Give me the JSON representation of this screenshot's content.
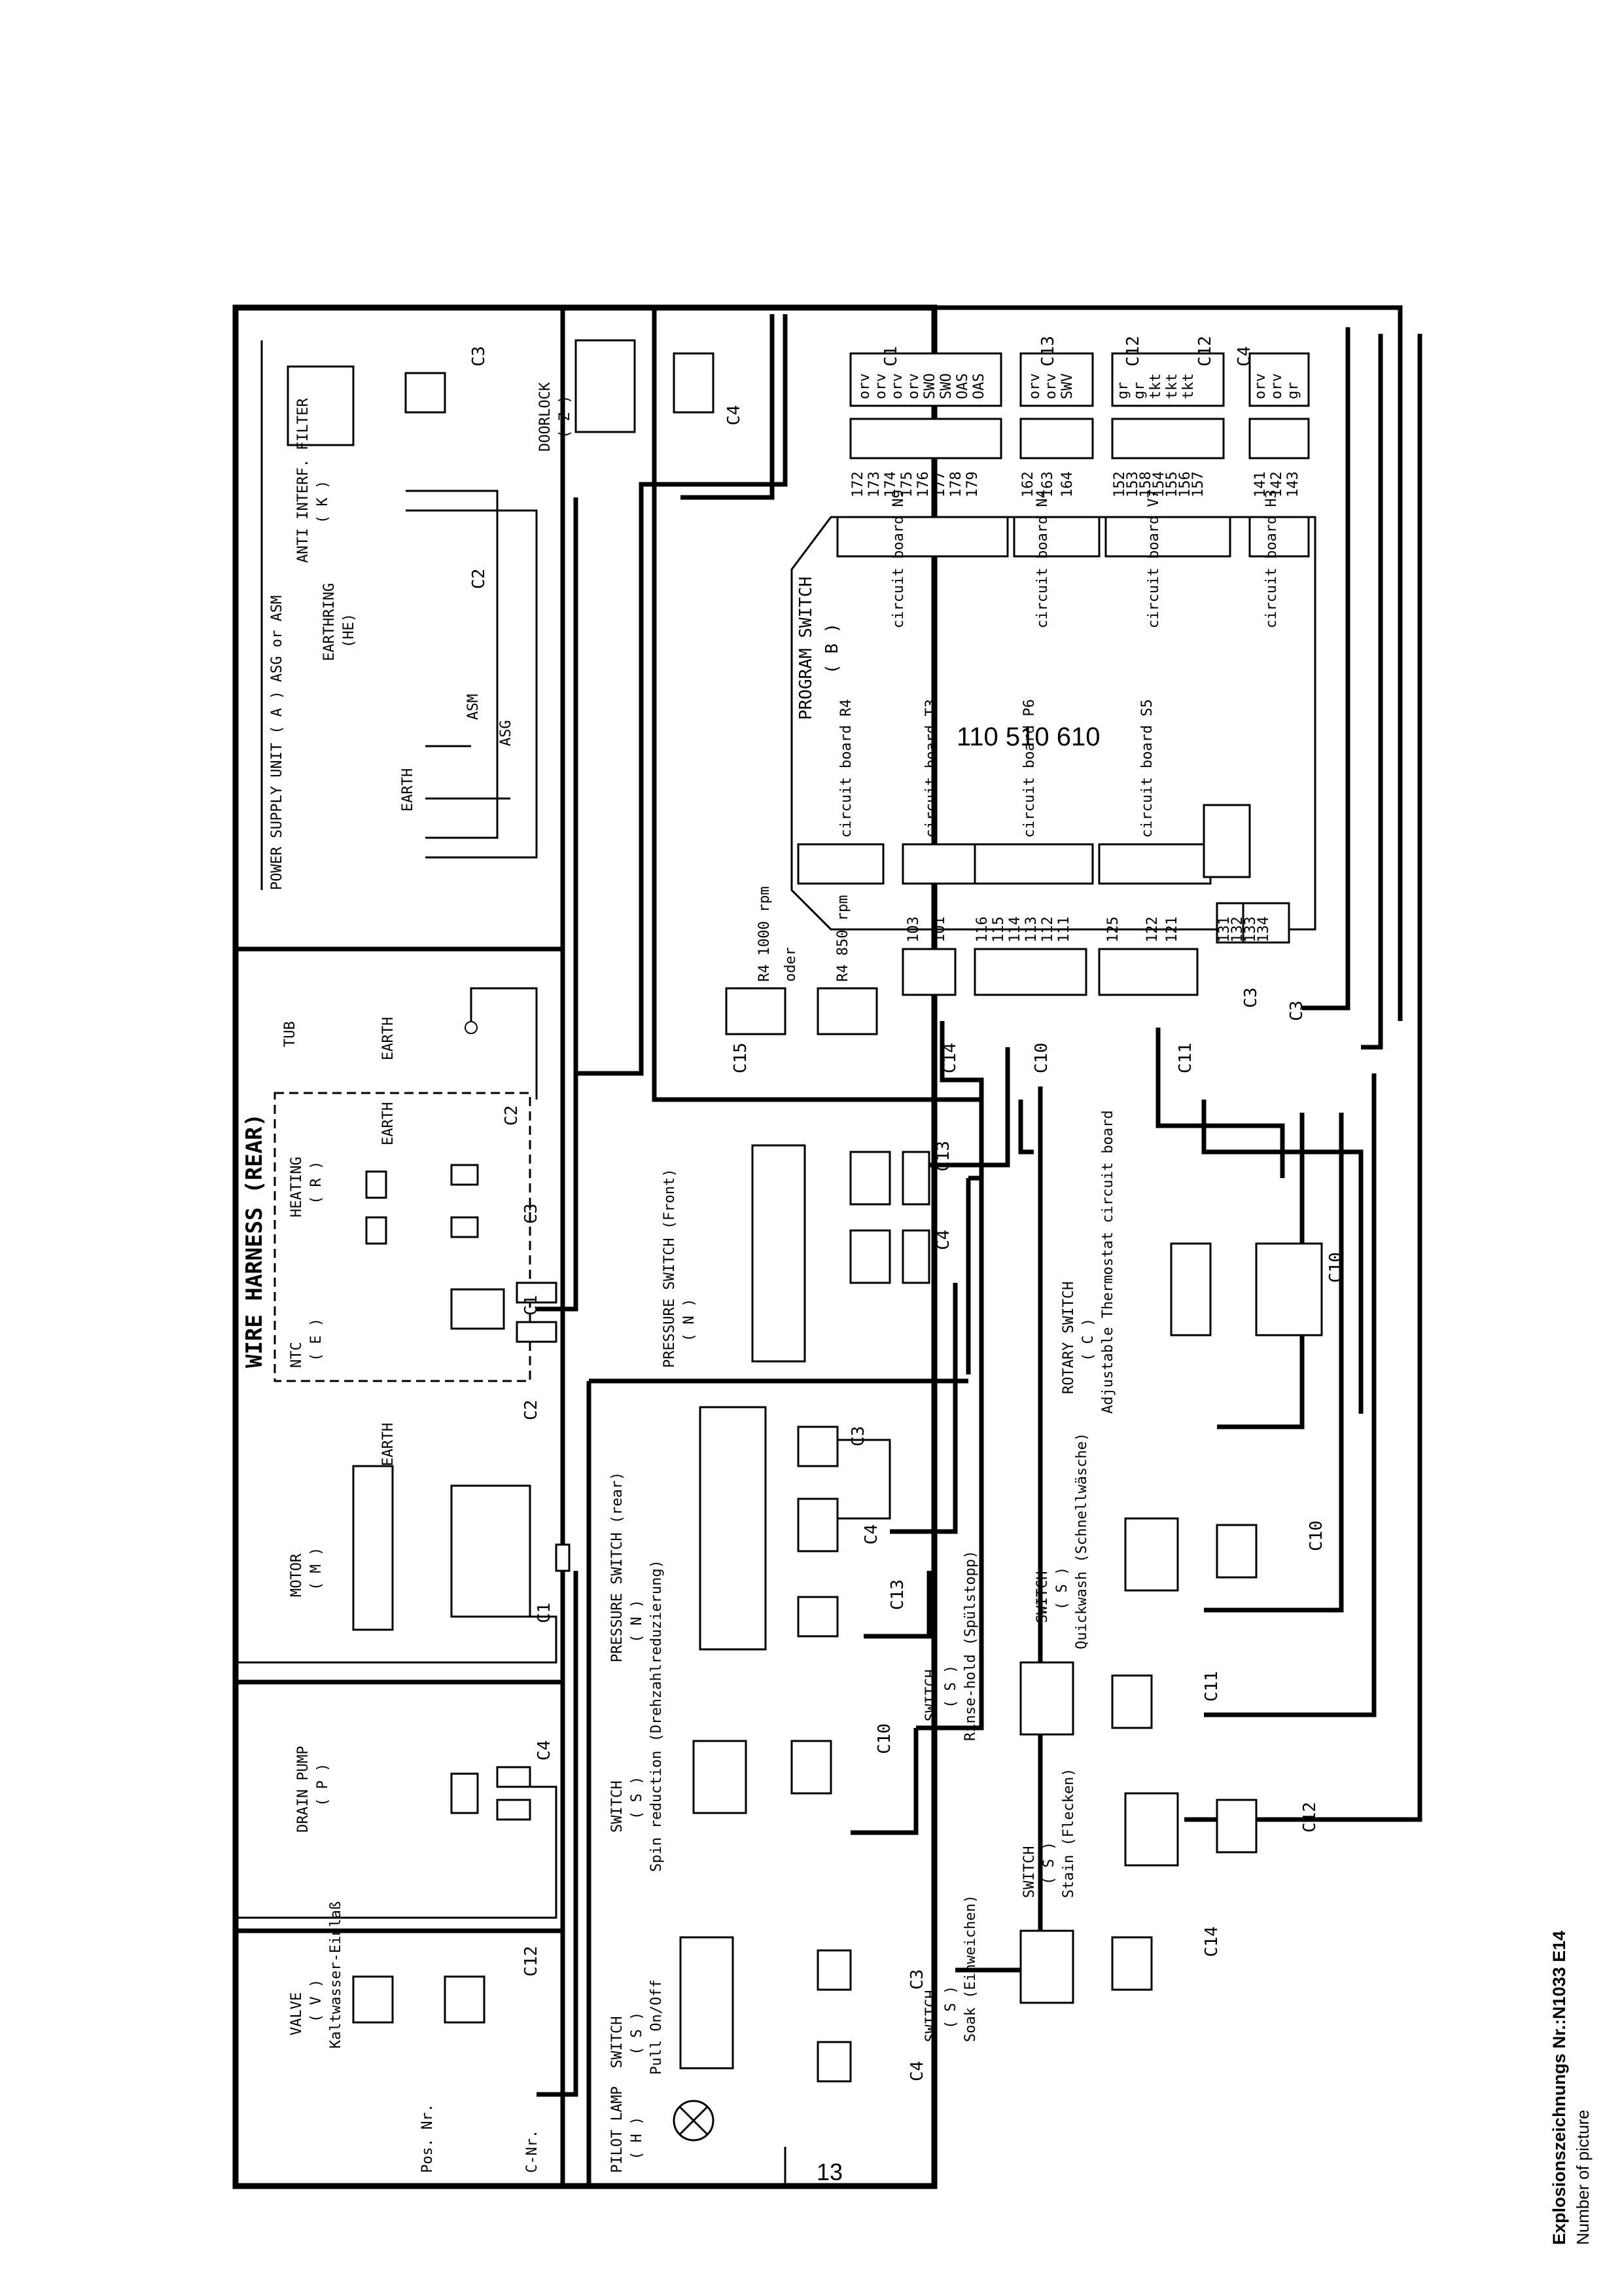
{
  "document": {
    "title": "WIRE HARNESS (REAR)",
    "model_number": "110 510 610",
    "page_number": "13",
    "footer_title": "Explosionszeichnungs Nr.:N1033 E14",
    "footer_subtitle": "Number of picture"
  },
  "left_labels": {
    "pos_nr": "Pos. Nr.",
    "c_nr": "C-Nr."
  },
  "components": {
    "anti_interf_filter": {
      "name": "ANTI INTERF. FILTER",
      "code": "( K )"
    },
    "earthring": {
      "name": "EARTHRING",
      "code": "(HE)"
    },
    "power_supply": {
      "name": "POWER SUPPLY UNIT ( A ) ASG or ASM",
      "asm": "ASM",
      "asg": "ASG"
    },
    "doorlock": {
      "name": "DOORLOCK",
      "code": "( Z )"
    },
    "program_switch": {
      "name": "PROGRAM SWITCH",
      "code": "( B )"
    },
    "tub": {
      "name": "TUB"
    },
    "heating": {
      "name": "HEATING",
      "code": "( R )"
    },
    "ntc": {
      "name": "NTC",
      "code": "( E )"
    },
    "motor": {
      "name": "MOTOR",
      "code": "( M )"
    },
    "drain_pump": {
      "name": "DRAIN PUMP",
      "code": "( P )"
    },
    "valve": {
      "name": "VALVE",
      "code": "( V )",
      "note": "Kaltwasser-Einlaß"
    },
    "pilot_lamp": {
      "name": "PILOT LAMP",
      "code": "( H )"
    },
    "switch_pull": {
      "name": "SWITCH",
      "code": "( S )",
      "note": "Pull On/Off"
    },
    "switch_spin": {
      "name": "SWITCH",
      "code": "( S )",
      "note": "Spin reduction (Drehzahlreduzierung)"
    },
    "pressure_switch_rear": {
      "name": "PRESSURE SWITCH (rear)",
      "code": "( N )"
    },
    "pressure_switch_front": {
      "name": "PRESSURE SWITCH (Front)",
      "code": "( N )"
    },
    "rotary_switch": {
      "name": "ROTARY SWITCH",
      "code": "( C )",
      "note": "Adjustable Thermostat circuit board"
    },
    "switch_quickwash": {
      "name": "SWITCH",
      "code": "( S )",
      "note": "Quickwash (Schnellwäsche)"
    },
    "switch_rinse_hold": {
      "name": "SWITCH",
      "code": "( S )",
      "note": "Rinse-hold (Spülstopp)"
    },
    "switch_stain": {
      "name": "SWITCH",
      "code": "( S )",
      "note": "Stain (Flecken)"
    },
    "switch_soak": {
      "name": "SWITCH",
      "code": "( S )",
      "note": "Soak (Einweichen)"
    }
  },
  "circuit_boards": [
    {
      "label": "circuit board N9"
    },
    {
      "label": "circuit board N4"
    },
    {
      "label": "circuit board V7"
    },
    {
      "label": "circuit board H3"
    },
    {
      "label": "circuit board R4"
    },
    {
      "label": "circuit board T3"
    },
    {
      "label": "circuit board P6"
    },
    {
      "label": "circuit board S5"
    }
  ],
  "connector_codes": {
    "c1": "C1",
    "c2": "C2",
    "c3": "C3",
    "c4": "C4",
    "c10": "C10",
    "c11": "C11",
    "c12": "C12",
    "c13": "C13",
    "c14": "C14",
    "c15": "C15"
  },
  "speed_labels": {
    "r4_1000": "R4 1000 rpm",
    "oder": "oder",
    "r4_850": "R4 850 rpm"
  },
  "earth": "EARTH",
  "pins_top": [
    "172",
    "173",
    "174",
    "175",
    "176",
    "177",
    "178",
    "179",
    "162",
    "163",
    "164",
    "152",
    "153",
    "158",
    "154",
    "155",
    "156",
    "157",
    "141",
    "142",
    "143"
  ],
  "pins_mid": [
    "103",
    "101",
    "116",
    "115",
    "114",
    "113",
    "112",
    "111",
    "125",
    "122",
    "121",
    "131",
    "132",
    "133",
    "134"
  ],
  "wire_colours_top": [
    "orv",
    "orv",
    "orv",
    "orv",
    "SWO",
    "SWO",
    "OAS",
    "OAS",
    "orv",
    "orv",
    "SWV",
    "gr",
    "gr",
    "tkt",
    "tkt",
    "tkt",
    "orv",
    "orv",
    "gr"
  ]
}
